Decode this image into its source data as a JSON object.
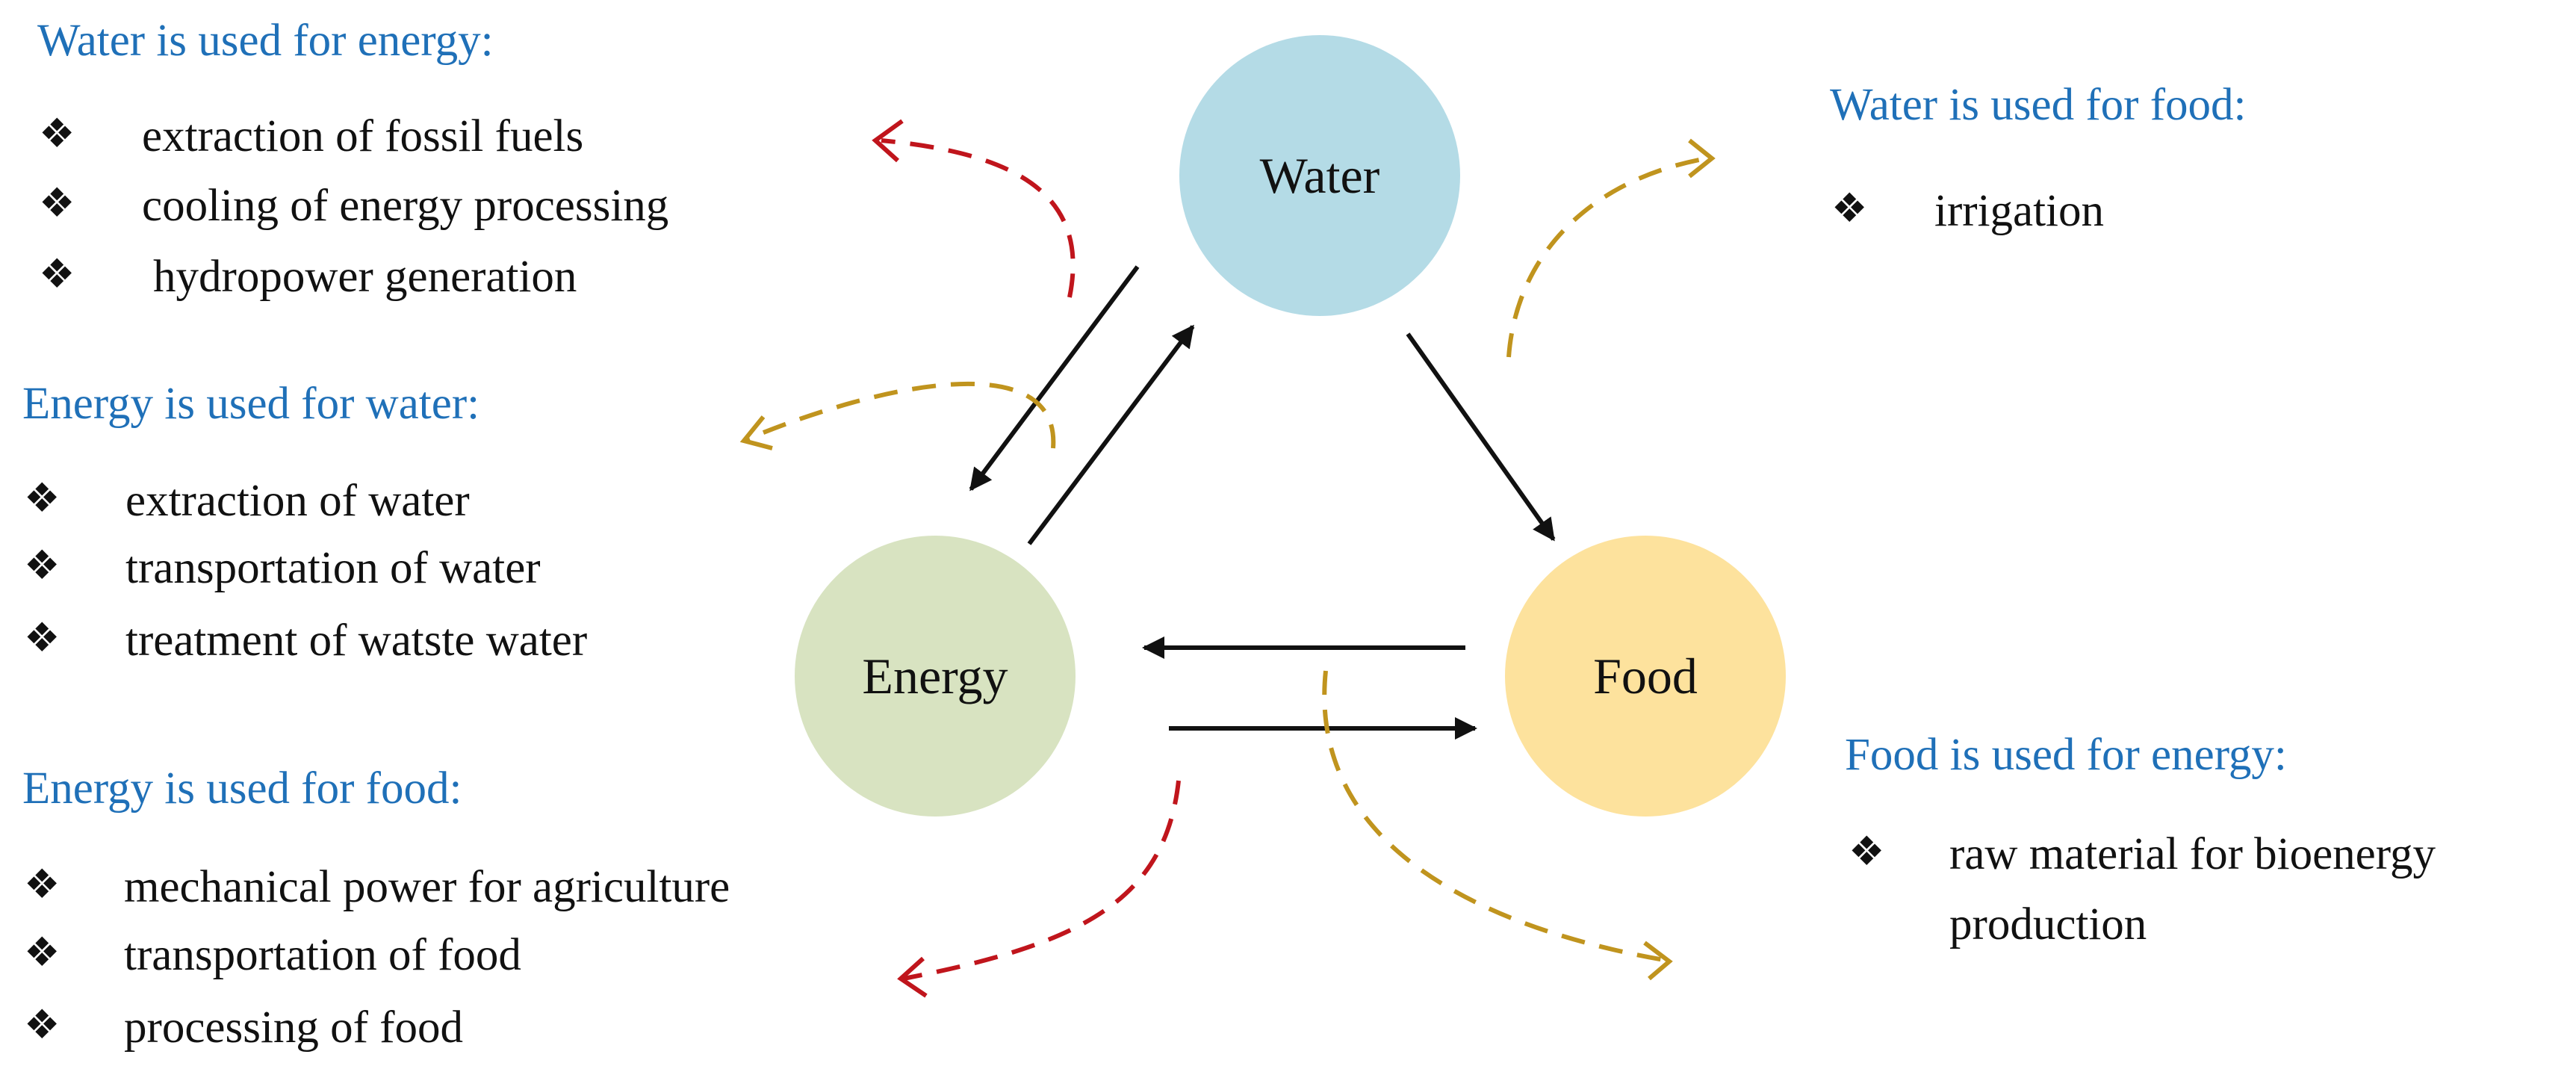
{
  "nodes": {
    "water": {
      "label": "Water",
      "color": "#b4dbe6"
    },
    "energy": {
      "label": "Energy",
      "color": "#d8e3c1"
    },
    "food": {
      "label": "Food",
      "color": "#fde29d"
    }
  },
  "colors": {
    "heading": "#1f70b8",
    "red_dashed": "#c0151c",
    "gold_dashed": "#c0941e",
    "arrow": "#111111"
  },
  "bullet_symbol": "❖",
  "panels": {
    "water_energy": {
      "heading": "Water is used for energy:",
      "items": [
        "extraction of fossil fuels",
        "cooling of energy processing",
        "hydropower generation"
      ]
    },
    "energy_water": {
      "heading": "Energy is used for water:",
      "items": [
        "extraction of water",
        "transportation of  water",
        "treatment of watste water"
      ]
    },
    "energy_food": {
      "heading": "Energy is used for food:",
      "items": [
        "mechanical power for agriculture",
        "transportation of food",
        "processing of food"
      ]
    },
    "water_food": {
      "heading": "Water is used for food:",
      "items": [
        "irrigation"
      ]
    },
    "food_energy": {
      "heading": "Food is used for energy:",
      "items": [
        "raw material for bioenergy",
        "production"
      ]
    }
  }
}
